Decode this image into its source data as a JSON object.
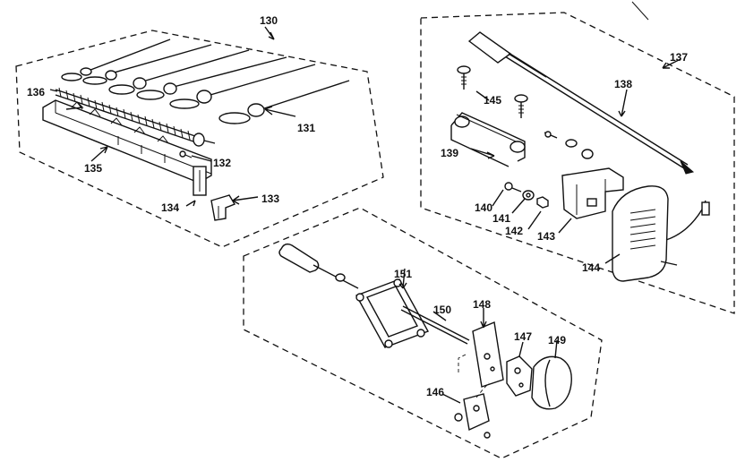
{
  "callouts": {
    "c130": "130",
    "c131": "131",
    "c132": "132",
    "c133": "133",
    "c134": "134",
    "c135": "135",
    "c136": "136",
    "c137": "137",
    "c138": "138",
    "c139": "139",
    "c140": "140",
    "c141": "141",
    "c142": "142",
    "c143": "143",
    "c144": "144",
    "c145": "145",
    "c146": "146",
    "c147": "147",
    "c148": "148",
    "c149": "149",
    "c150": "150",
    "c151": "151"
  }
}
